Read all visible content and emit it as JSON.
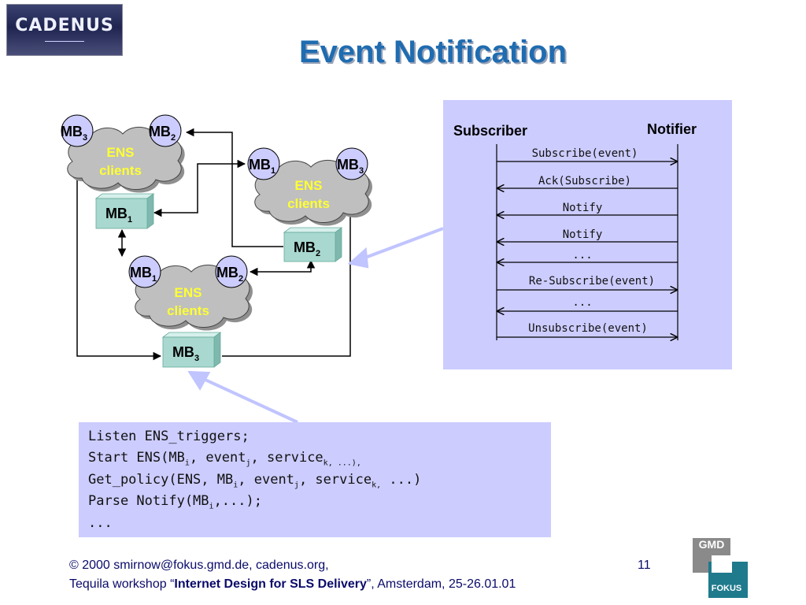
{
  "logo": {
    "cadenus": "CADENUS",
    "gmd": "GMD",
    "fokus": "FOKUS"
  },
  "title": "Event Notification",
  "diagram": {
    "cloud_line1": "ENS",
    "cloud_line2": "clients",
    "mb": "MB",
    "sub1": "1",
    "sub2": "2",
    "sub3": "3"
  },
  "sequence": {
    "subscriber": "Subscriber",
    "notifier": "Notifier",
    "messages": [
      "Subscribe(event)",
      "Ack(Subscribe)",
      "Notify",
      "Notify",
      "...",
      "Re-Subscribe(event)",
      "...",
      "Unsubscribe(event)"
    ]
  },
  "code": {
    "l1": "Listen ENS_triggers;",
    "l2a": "Start ENS(MB",
    "l2i": "i",
    "l2b": ", event",
    "l2j": "j",
    "l2c": ", service",
    "l2k": "k, ...),",
    "l3a": "Get_policy(ENS, MB",
    "l3i": "i",
    "l3b": ", event",
    "l3j": "j",
    "l3c": ", service",
    "l3k": "k,",
    "l3d": " ...)",
    "l4a": "Parse Notify(MB",
    "l4i": "i",
    "l4b": ",...);",
    "l5": "..."
  },
  "footer": {
    "line1": "© 2000 smirnow@fokus.gmd.de, cadenus.org,",
    "line2a": "Tequila workshop “",
    "line2b": "Internet Design for SLS Delivery",
    "line2c": "”, Amsterdam, 25-26.01.01",
    "page": "11"
  },
  "colors": {
    "title": "#1f6cb0",
    "panel": "#ccccff",
    "cloud": "#bfbfbf",
    "mb_node": "#a8d8d0",
    "mb_circle": "#ccccff",
    "ens_text": "#ffff33"
  }
}
